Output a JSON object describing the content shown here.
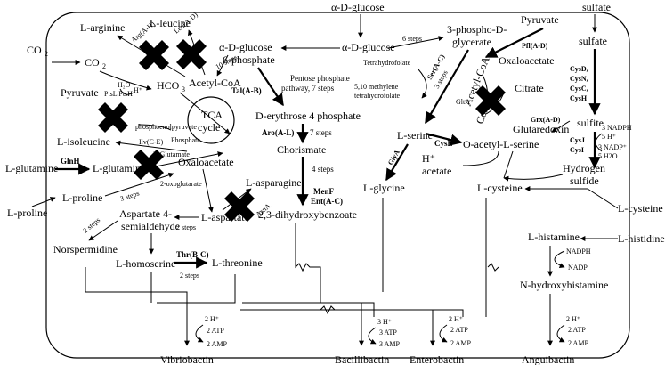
{
  "labels": {
    "alpha_d_glucose_top": "α-D-glucose",
    "sulfate_outside": "sulfate",
    "co2_outside": "CO",
    "co2_inside": "CO",
    "l_glutamine_outside": "L-glutamine",
    "l_proline_outside": "L-proline",
    "l_cysteine_outside": "L-cysteine",
    "l_histidine_outside": "L-histidine",
    "l_arginine": "L-arginine",
    "l_leucine": "L-leucine",
    "arg_a_h": "Arg(A-H)",
    "leu_a_d": "Leu(A-D)",
    "ten_steps": "10 steps",
    "h2o": "H₂O",
    "h_plus_small": "H⁺",
    "hco3": "HCO",
    "pyruvate_left": "Pyruvate",
    "pts_l_pts_h": "PtsL PtsH",
    "phosphoenolpyruvate": "phosphoenolpyruvate",
    "phosphate": "Phosphate",
    "l_isoleucine": "L-isoleucine",
    "ilv_c_e": "Ilv(C-E)",
    "glnh": "GlnH",
    "l_glutamine_inside": "L-glutamine",
    "l_glutamate_small": "L-Glutamate",
    "l_proline_inside": "L-proline",
    "three_steps": "3 steps",
    "acetyl_coa": "Acetyl-CoA",
    "tca_cycle_1": "TCA",
    "tca_cycle_2": "cycle",
    "oxaloacetate_mid": "Oxaloacetate",
    "two_oxoglutarate": "2-oxoglutarate",
    "l_asparagine": "L-asparagine",
    "asna": "AsnA",
    "l_aspartate": "L-aspartate",
    "aspartate_semialdehyde_1": "Aspartate 4-",
    "aspartate_semialdehyde_2": "semialdehyde",
    "two_steps_a": "2 steps",
    "two_steps_b": "2 steps",
    "two_steps_c": "2 steps",
    "norspermidine": "Norspermidine",
    "l_homoserine": "L-homoserine",
    "thr_b_c": "Thr(B-C)",
    "l_threonine": "L-threonine",
    "alpha_glucose_6p_1": "α-D-glucose",
    "alpha_glucose_6p_2": "6-phosphate",
    "alpha_d_glucose_mid": "α-D-glucose",
    "tal_a_b": "Tal(A-B)",
    "ppp_1": "Pentose phosphate",
    "ppp_2": "pathway, 7 steps",
    "d_erythrose": "D-erythrose 4 phosphate",
    "aro_a_l": "Aro(A-L)",
    "seven_steps": "7 steps",
    "chorismate": "Chorismate",
    "four_steps": "4 steps",
    "menf": "MenF",
    "ent_a_c": "Ent(A-C)",
    "dihydroxybenzoate": "2,3-dihydroxybenzoate",
    "six_steps": "6 steps",
    "tetrahydrofolate": "Tetrahydrofolate",
    "methylene_thf_1": "5,10 methylene",
    "methylene_thf_2": "tetrahydrofolate",
    "ser_a_c": "Ser(A-C)",
    "three_steps_ser": "3 steps",
    "three_phospho_1": "3-phospho-D-",
    "three_phospho_2": "glycerate",
    "pyruvate_right": "Pyruvate",
    "pfl_a_d": "Pfl(A-D)",
    "acetyl_coa_right": "Acetyl-CoA",
    "oxaloacetate_right": "Oxaloacetate",
    "glta": "GltA",
    "citrate": "Citrate",
    "coa": "CoA",
    "l_serine": "L-serine",
    "cyse": "CysE",
    "o_acetyl_serine": "O-acetyl-L-serine",
    "glya": "GlyA",
    "l_glycine": "L-glycine",
    "h_plus_acetate": "H⁺",
    "acetate": "acetate",
    "grx_a_d": "Grx(A-D)",
    "glutaredoxin": "Glutaredoxin",
    "sulfate_inside": "sulfate",
    "cys_list": [
      "CysD,",
      "CysN,",
      "CysC,",
      "CysH"
    ],
    "sulfite": "sulfite",
    "three_nadph": "3 NADPH",
    "five_h": "5 H⁺",
    "three_nadp": "3 NADP⁺",
    "five_h2o": "5 H2O",
    "cysj": "CysJ",
    "cysi": "CysI",
    "hydrogen_1": "Hydrogen",
    "hydrogen_2": "sulfide",
    "l_cysteine_inside": "L-cysteine",
    "l_histamine": "L-histamine",
    "nadph": "NADPH",
    "nadp": "NADP",
    "n_hydroxyhistamine": "N-hydroxyhistamine",
    "vib_h": "2 H⁺",
    "vib_atp": "2 ATP",
    "vib_amp": "2 AMP",
    "vibriobactin": "Vibriobactin",
    "bac_h": "3 H⁺",
    "bac_atp": "3 ATP",
    "bac_amp": "3 AMP",
    "bacillibactin": "Bacillibactin",
    "ent_h": "2 H⁺",
    "ent_atp": "2 ATP",
    "ent_amp": "2 AMP",
    "enterobactin": "Enterobactin",
    "ang_h": "2 H⁺",
    "ang_atp": "2 ATP",
    "ang_amp": "2 AMP",
    "anguibactin": "Anguibactin"
  }
}
